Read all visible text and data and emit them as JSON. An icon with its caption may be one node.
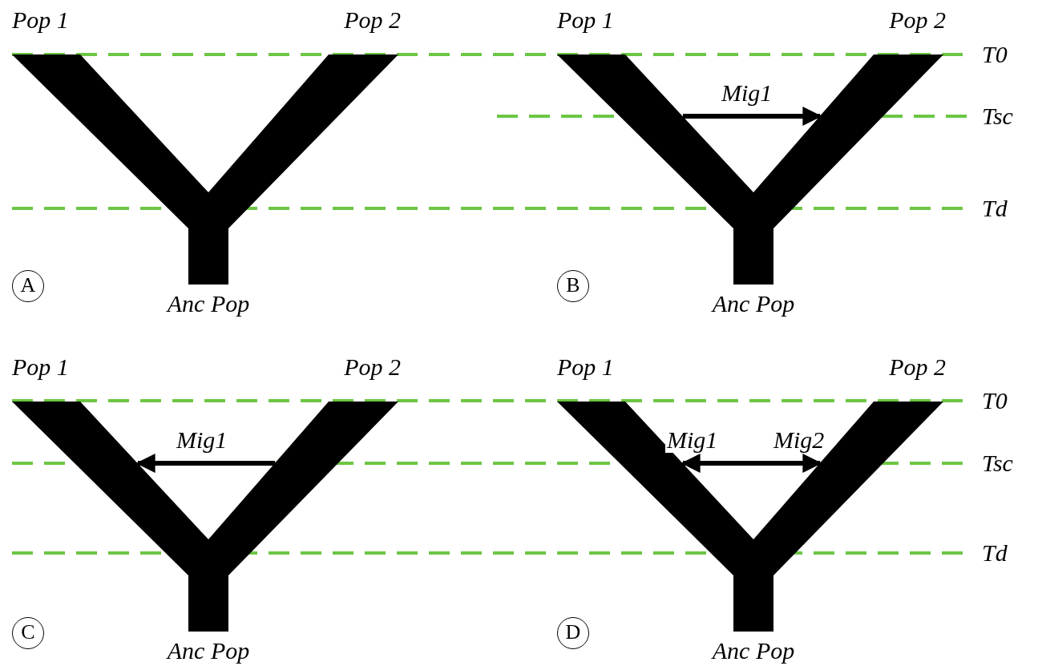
{
  "diagram": {
    "nodes": [
      {
        "text": [
          "Pop 1"
        ]
      },
      {
        "text": [
          "Pop 2"
        ]
      },
      {
        "text": [
          "Anc Pop"
        ]
      },
      {
        "text": [
          "A"
        ]
      },
      {
        "text": [
          "Pop 1"
        ]
      },
      {
        "text": [
          "Pop 2"
        ]
      },
      {
        "text": [
          "Anc Pop"
        ]
      },
      {
        "text": [
          "B"
        ]
      },
      {
        "text": [
          "Pop 1"
        ]
      },
      {
        "text": [
          "Pop 2"
        ]
      },
      {
        "text": [
          "Anc Pop"
        ]
      },
      {
        "text": [
          "C"
        ]
      },
      {
        "text": [
          "Pop 1"
        ]
      },
      {
        "text": [
          "Pop 2"
        ]
      },
      {
        "text": [
          "Anc Pop"
        ]
      },
      {
        "text": [
          "D"
        ]
      }
    ],
    "edges": [
      {
        "from": 4,
        "to": 5,
        "arrow": "to",
        "label": "Mig1"
      },
      {
        "from": 9,
        "to": 8,
        "arrow": "to",
        "label": "Mig1"
      },
      {
        "from": 13,
        "to": 12,
        "arrow": "to",
        "label": "Mig1"
      },
      {
        "from": 12,
        "to": 13,
        "arrow": "to",
        "label": "Mig2"
      }
    ],
    "labels": [
      "T0",
      "Tsc",
      "Td",
      "T0",
      "Tsc",
      "Td"
    ]
  }
}
